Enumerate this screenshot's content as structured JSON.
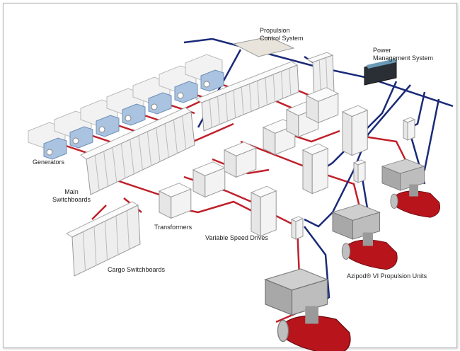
{
  "labels": {
    "propulsion_control": [
      "Propulsion",
      "Control System"
    ],
    "power_management": [
      "Power",
      "Management System"
    ],
    "generators": "Generators",
    "main_switchboards": [
      "Main",
      "Switchboards"
    ],
    "transformers": "Transformers",
    "variable_speed_drives": "Variable Speed Drives",
    "cargo_switchboards": "Cargo Switchboards",
    "azipod": "Azipod® VI Propulsion Units"
  },
  "colors": {
    "power_line": "#c0202a",
    "control_line": "#1a2a78",
    "generator_motor": "#a9c3e0",
    "equipment": "#eeeeee",
    "pod": "#b8141c"
  }
}
